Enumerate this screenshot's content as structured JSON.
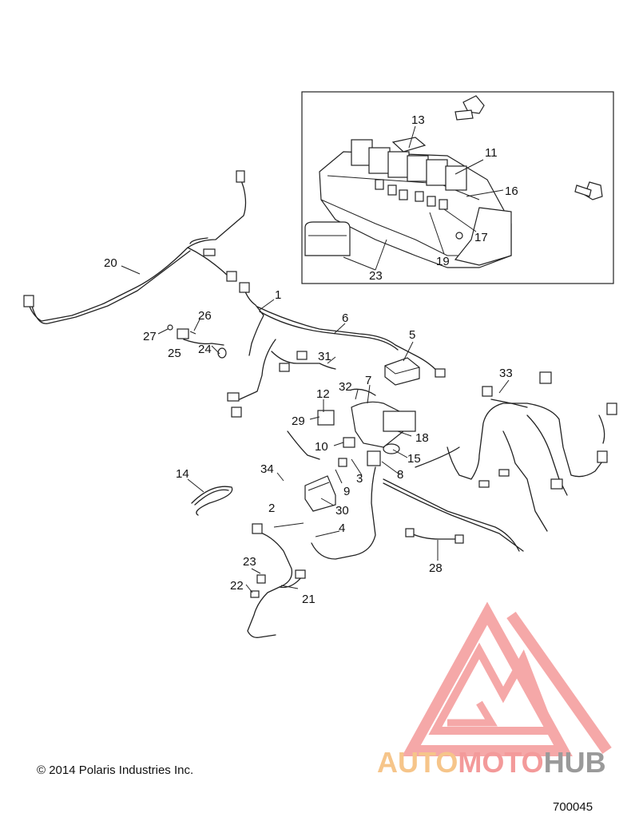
{
  "copyright": "© 2014 Polaris Industries Inc.",
  "document_number": "700045",
  "watermark": {
    "part1": "AUTO",
    "part2": "MOTO",
    "part3": "HUB"
  },
  "colors": {
    "watermark_red": "#f28c8c",
    "watermark_orange": "#f6c58a",
    "watermark_gray": "#9a9a9a"
  },
  "callouts": {
    "c1": "1",
    "c2": "2",
    "c3": "3",
    "c4": "4",
    "c5": "5",
    "c6": "6",
    "c7": "7",
    "c8": "8",
    "c9": "9",
    "c10": "10",
    "c11": "11",
    "c12": "12",
    "c13": "13",
    "c14": "14",
    "c15": "15",
    "c16": "16",
    "c17": "17",
    "c18": "18",
    "c19": "19",
    "c20": "20",
    "c21": "21",
    "c22": "22",
    "c23a": "23",
    "c23b": "23",
    "c24": "24",
    "c25": "25",
    "c26": "26",
    "c27": "27",
    "c28": "28",
    "c29": "29",
    "c30": "30",
    "c31": "31",
    "c32": "32",
    "c33": "33",
    "c34": "34"
  }
}
